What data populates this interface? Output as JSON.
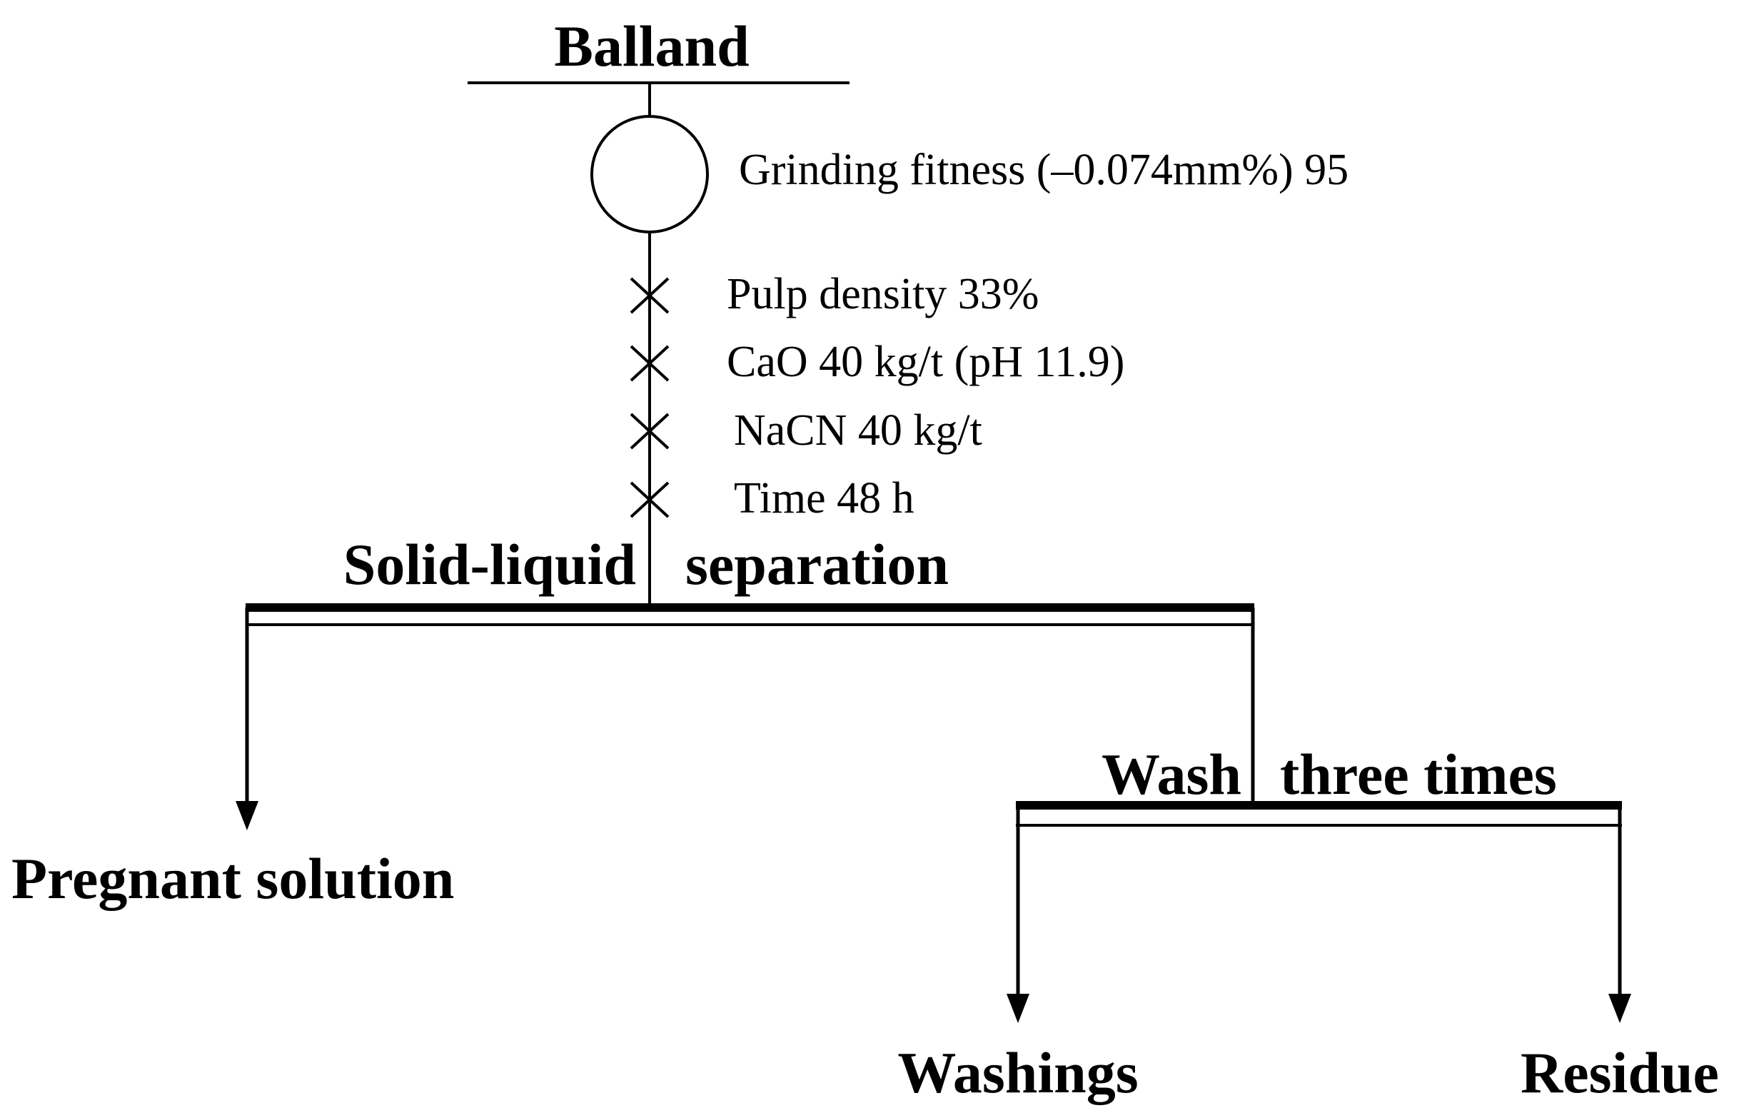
{
  "diagram": {
    "title": "Balland",
    "grinding": {
      "label": "Grinding fitness (–0.074mm%) 95"
    },
    "conditions": [
      {
        "text": "Pulp density  33%"
      },
      {
        "text": "CaO  40  kg/t (pH 11.9)"
      },
      {
        "text": "NaCN  40  kg/t"
      },
      {
        "text": "Time  48  h"
      }
    ],
    "separation": {
      "left": "Solid-liquid",
      "right": "separation"
    },
    "wash": {
      "left": "Wash",
      "right": "three times"
    },
    "outputs": {
      "pregnant": "Pregnant solution",
      "washings": "Washings",
      "residue": "Residue"
    },
    "colors": {
      "ink": "#000000",
      "background": "#ffffff"
    },
    "icons": [
      "grinding-circle-icon",
      "reagent-cross-icon",
      "arrow-down-icon"
    ]
  }
}
